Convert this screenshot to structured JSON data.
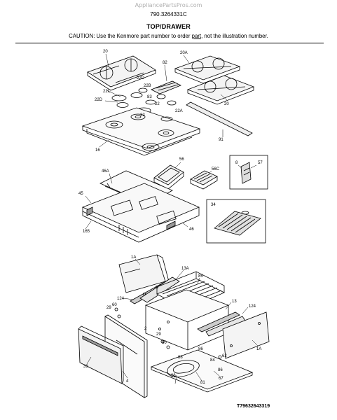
{
  "header": {
    "watermark": "AppliancePartsPros.com",
    "model_number": "790.3264331C",
    "section_title": "TOP/DRAWER",
    "caution_prefix": "CAUTION: Use the Kenmore part number to order ",
    "caution_link": "part",
    "caution_suffix": ", not the illustration number."
  },
  "callouts": {
    "c20a": "20",
    "c20b": "20A",
    "c20c": "20",
    "c82": "82",
    "c22d_a": "22D",
    "c22b": "22B",
    "c22c": "22C",
    "c83": "83",
    "c22d_b": "22D",
    "c22_a": "22",
    "c22_b": "22",
    "c22a": "22A",
    "c91": "91",
    "c16": "16",
    "c56": "56",
    "c46a": "46A",
    "c56c": "56C",
    "c8": "8",
    "c57": "57",
    "c45": "45",
    "c165": "165",
    "c46": "46",
    "c34": "34",
    "c1a_a": "1A",
    "c13a": "13A",
    "c85": "85",
    "c124_a": "124",
    "c29_a": "29",
    "c60": "60",
    "c13": "13",
    "c124_b": "124",
    "c2": "2",
    "c29_b": "29",
    "c60_b": "60",
    "c1a_b": "1A",
    "c39": "39",
    "c4": "4",
    "c86_a": "86",
    "c86_b": "86",
    "c88": "88",
    "c84": "84",
    "c62": "62",
    "c86_c": "86",
    "c81": "81",
    "c67": "67"
  },
  "footer": {
    "diagram_id": "T79632643319"
  }
}
